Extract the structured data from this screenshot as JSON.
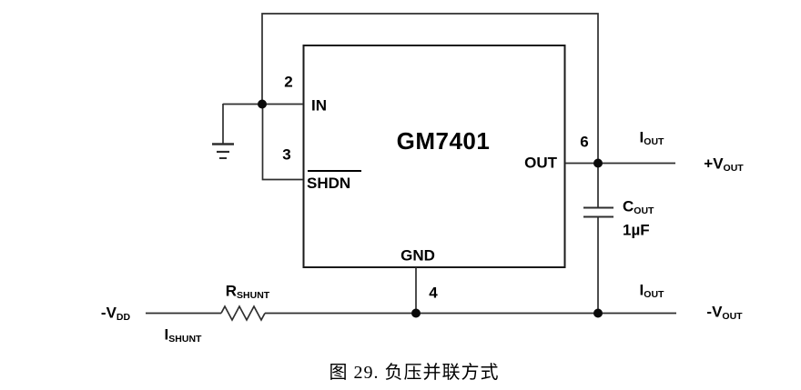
{
  "figure": {
    "chip_label": "GM7401",
    "caption": "图 29. 负压并联方式"
  },
  "pins": {
    "pin2": {
      "number": "2",
      "name": "IN"
    },
    "pin3": {
      "number": "3",
      "name": "SHDN"
    },
    "pin6": {
      "number": "6",
      "name": "OUT"
    },
    "pin4": {
      "number": "4",
      "name": "GND"
    }
  },
  "labels": {
    "iout_top": {
      "main": "I",
      "sub": "OUT"
    },
    "vout_pos": {
      "main": "+V",
      "sub": "OUT"
    },
    "cout": {
      "main": "C",
      "sub": "OUT"
    },
    "cout_value": "1µF",
    "iout_bottom": {
      "main": "I",
      "sub": "OUT"
    },
    "vout_neg": {
      "main": "-V",
      "sub": "OUT"
    },
    "vdd_neg": {
      "main": "-V",
      "sub": "DD"
    },
    "ishunt": {
      "main": "I",
      "sub": "SHUNT"
    },
    "rshunt": {
      "main": "R",
      "sub": "SHUNT"
    }
  },
  "components": {
    "capacitor": "output-capacitor",
    "resistor": "shunt-resistor",
    "ground": "earth-ground"
  },
  "colors": {
    "wire": "#2e2e2e",
    "chip_border": "#1a1a1a",
    "text": "#000000",
    "background": "#ffffff"
  }
}
